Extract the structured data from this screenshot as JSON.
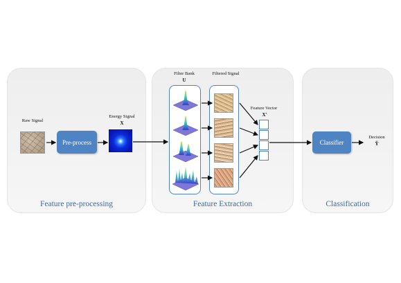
{
  "panels": {
    "preprocessing": "Feature pre-processing",
    "extraction": "Feature Extraction",
    "classification": "Classification"
  },
  "labels": {
    "raw_signal": "Raw Signal",
    "energy_signal": "Energy Signal",
    "energy_symbol": "X",
    "filter_bank": "Filter Bank",
    "filter_symbol": "U",
    "filtered_signal": "Filtered Signal",
    "feature_vector": "Feature Vector",
    "feature_symbol": "X'",
    "decision": "Decision",
    "decision_symbol": "Ŷ"
  },
  "boxes": {
    "preprocess": "Pre-process",
    "classifier": "Classifier"
  },
  "colors": {
    "accent": "#4f84c4",
    "panel_title": "#3f66a3",
    "panel_bg": "#eeeeee"
  }
}
